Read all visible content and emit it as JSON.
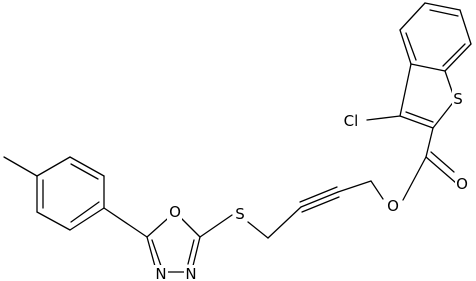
{
  "structure": {
    "atoms": {
      "s_thiophene": "S",
      "cl": "Cl",
      "o_ester_carbonyl": "O",
      "o_ester_link": "O",
      "s_thioether": "S",
      "o_oxadiazole": "O",
      "n_oxadiazole_left": "N",
      "n_oxadiazole_right": "N"
    }
  },
  "colors": {
    "bond": "#000000",
    "label": "#000000",
    "background": "#ffffff"
  }
}
